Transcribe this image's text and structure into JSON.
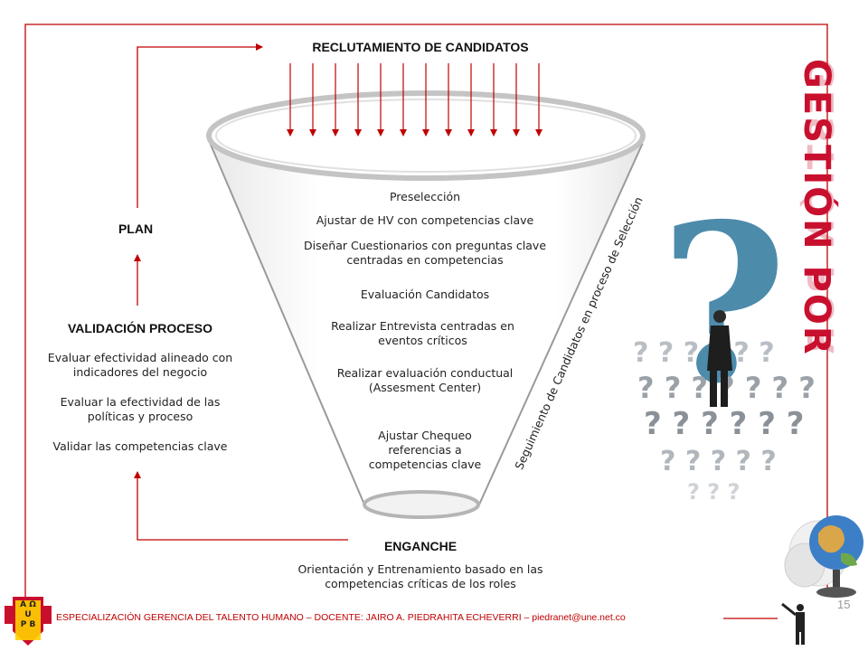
{
  "diagram": {
    "top_title": "RECLUTAMIENTO DE CANDIDATOS",
    "plan_label": "PLAN",
    "validation": {
      "title": "VALIDACIÓN PROCESO",
      "items": [
        "Evaluar efectividad alineado con indicadores del negocio",
        "Evaluar la efectividad de las políticas y proceso",
        "Validar las competencias clave"
      ]
    },
    "funnel_steps": [
      "Preselección",
      "Ajustar de HV  con competencias clave",
      "Diseñar Cuestionarios con preguntas clave centradas en competencias",
      "Evaluación Candidatos",
      "Realizar Entrevista centradas en eventos críticos",
      "Realizar evaluación conductual (Assesment Center)",
      "Ajustar Chequeo referencias a competencias clave"
    ],
    "side_label": "Seguimiento de Candidatos en proceso de Selección",
    "bottom": {
      "title": "ENGANCHE",
      "text": "Orientación y Entrenamiento basado en las competencias críticas de los roles"
    },
    "brand_heading": "GESTIÓN POR",
    "colors": {
      "accent": "#c00000",
      "funnel_rim": "#c8c8c8",
      "question_mark": "#2f6f8f"
    }
  },
  "footer": {
    "text": "ESPECIALIZACIÓN GERENCIA DEL TALENTO HUMANO – DOCENTE: JAIRO A. PIEDRAHITA ECHEVERRI – piedranet@une.net.co",
    "page_number": "15",
    "logo_letters": [
      "A",
      "Ω",
      "U",
      "P",
      "B"
    ]
  }
}
